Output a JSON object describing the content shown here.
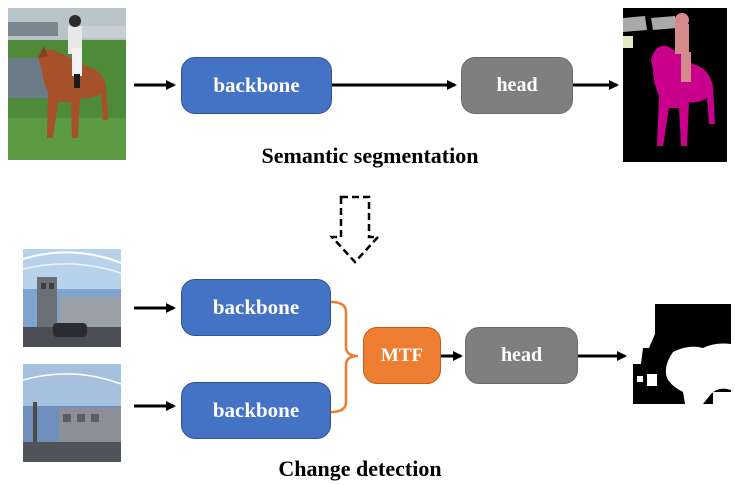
{
  "top": {
    "backbone_label": "backbone",
    "head_label": "head",
    "caption": "Semantic segmentation"
  },
  "bottom": {
    "backbone1_label": "backbone",
    "backbone2_label": "backbone",
    "mtf_label": "MTF",
    "head_label": "head",
    "caption": "Change detection"
  },
  "colors": {
    "backbone": "#4472C4",
    "head": "#7F7F7F",
    "mtf": "#ED7D31",
    "mask_magenta": "#C8008C",
    "mask_pink": "#D38A8A"
  }
}
